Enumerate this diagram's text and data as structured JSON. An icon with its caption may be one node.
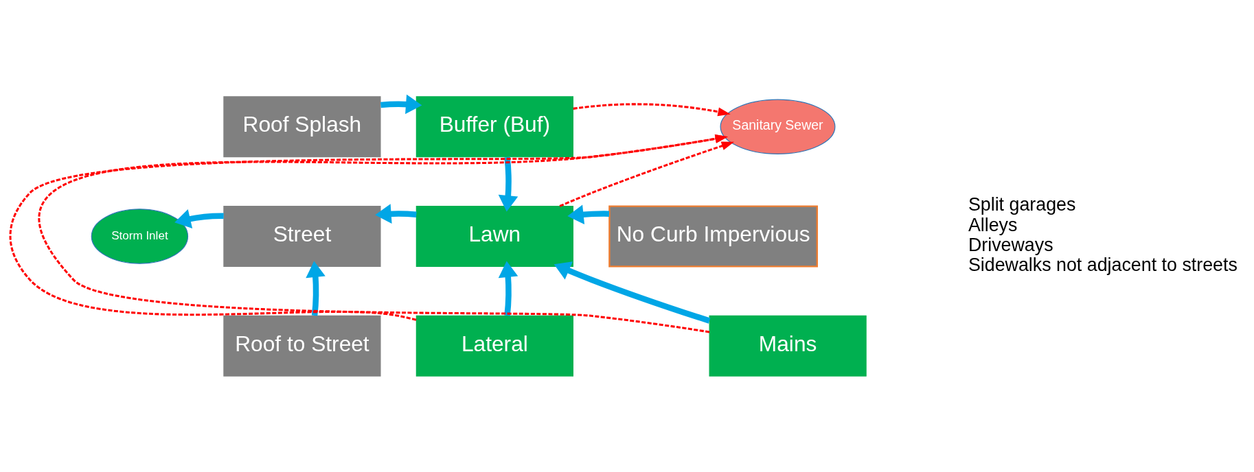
{
  "diagram": {
    "nodes": [
      {
        "text": [
          "Roof Splash"
        ]
      },
      {
        "text": [
          "Buffer (Buf)"
        ]
      },
      {
        "text": [
          "Sanitary Sewer"
        ]
      },
      {
        "text": [
          "Storm Inlet"
        ]
      },
      {
        "text": [
          "Street"
        ]
      },
      {
        "text": [
          "Lawn"
        ]
      },
      {
        "text": [
          "No Curb Impervious"
        ],
        "beside": [
          "Split garages",
          "Alleys",
          "Driveways",
          "Sidewalks not adjacent to streets"
        ]
      },
      {
        "text": [
          "Roof to Street"
        ]
      },
      {
        "text": [
          "Lateral"
        ]
      },
      {
        "text": [
          "Mains"
        ]
      }
    ],
    "edges": [
      {
        "from": 0,
        "to": 1,
        "arrow": "to"
      },
      {
        "from": 1,
        "to": 5,
        "arrow": "to"
      },
      {
        "from": 5,
        "to": 4,
        "arrow": "to"
      },
      {
        "from": 4,
        "to": 3,
        "arrow": "to"
      },
      {
        "from": 6,
        "to": 5,
        "arrow": "to"
      },
      {
        "from": 7,
        "to": 4,
        "arrow": "to"
      },
      {
        "from": 8,
        "to": 5,
        "arrow": "to"
      },
      {
        "from": 9,
        "to": 5,
        "arrow": "to"
      },
      {
        "from": 1,
        "to": 2,
        "arrow": "to",
        "style": "dashed",
        "color": "#ff0000"
      },
      {
        "from": 5,
        "to": 2,
        "arrow": "to",
        "style": "dashed",
        "color": "#ff0000"
      },
      {
        "from": 8,
        "to": 2,
        "arrow": "to",
        "style": "dashed",
        "color": "#ff0000"
      },
      {
        "from": 9,
        "to": 2,
        "arrow": "to",
        "style": "dashed",
        "color": "#ff0000"
      }
    ]
  }
}
